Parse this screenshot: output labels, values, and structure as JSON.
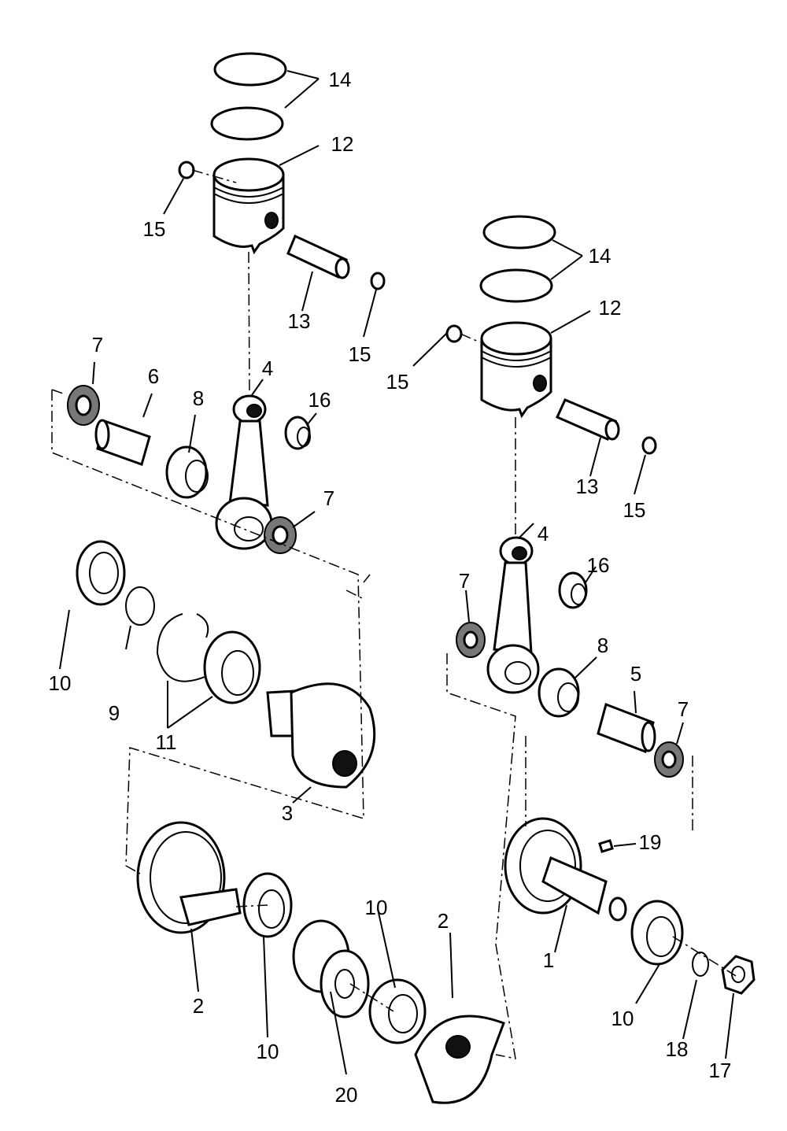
{
  "diagram": {
    "callouts": {
      "c1": "1",
      "c2a": "2",
      "c2b": "2",
      "c3": "3",
      "c4a": "4",
      "c4b": "4",
      "c5": "5",
      "c6": "6",
      "c7a": "7",
      "c7b": "7",
      "c7c": "7",
      "c7d": "7",
      "c8a": "8",
      "c8b": "8",
      "c9": "9",
      "c10a": "10",
      "c10b": "10",
      "c10c": "10",
      "c10d": "10",
      "c11": "11",
      "c12a": "12",
      "c12b": "12",
      "c13a": "13",
      "c13b": "13",
      "c14a": "14",
      "c14b": "14",
      "c15a": "15",
      "c15b": "15",
      "c15c": "15",
      "c15d": "15",
      "c16a": "16",
      "c16b": "16",
      "c17": "17",
      "c18": "18",
      "c19": "19",
      "c20": "20"
    }
  }
}
